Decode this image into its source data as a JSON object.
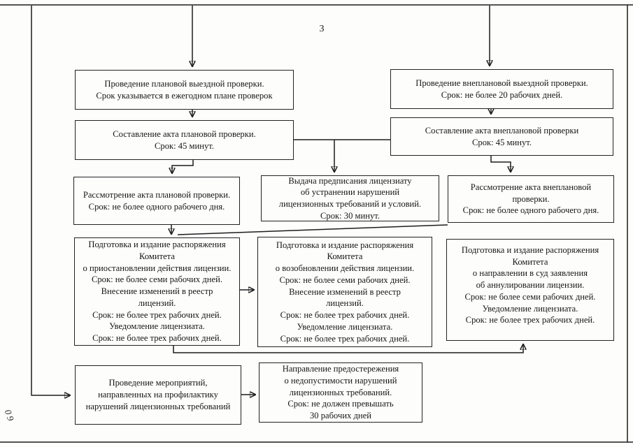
{
  "page": {
    "number": "3",
    "margin_mark": "09"
  },
  "colors": {
    "ink": "#1d1d1d",
    "paper": "#fdfdfc"
  },
  "boxes": {
    "planned_inspection": {
      "text": "Проведение плановой выездной проверки.\nСрок указывается в ежегодном плане проверок"
    },
    "planned_act": {
      "text": "Составление акта плановой проверки.\nСрок: 45 минут."
    },
    "unplanned_inspection": {
      "text": "Проведение внеплановой выездной проверки.\nСрок: не более 20 рабочих дней."
    },
    "unplanned_act": {
      "text": "Составление акта внеплановой проверки\nСрок: 45 минут."
    },
    "planned_act_review": {
      "text": "Рассмотрение акта плановой проверки.\nСрок: не более одного рабочего дня."
    },
    "prescription_issue": {
      "text": "Выдача предписания лицензиату\nоб устранении нарушений\nлицензионных требований и условий.\nСрок: 30 минут."
    },
    "unplanned_act_review": {
      "text": "Рассмотрение акта внеплановой\nпроверки.\nСрок: не более одного рабочего дня."
    },
    "suspension_order": {
      "text": "Подготовка и издание распоряжения\nКомитета\nо приостановлении действия лицензии.\nСрок: не более семи рабочих дней.\nВнесение изменений в реестр\nлицензий.\nСрок: не более трех рабочих дней.\nУведомление лицензиата.\nСрок: не более трех рабочих дней."
    },
    "resumption_order": {
      "text": "Подготовка и издание распоряжения\nКомитета\nо возобновлении действия лицензии.\nСрок: не более семи рабочих дней.\nВнесение изменений в реестр\nлицензий.\nСрок: не более трех рабочих дней.\nУведомление лицензиата.\nСрок: не более трех рабочих дней."
    },
    "annulment_order": {
      "text": "Подготовка и издание распоряжения\nКомитета\nо направлении в суд заявления\nоб аннулировании лицензии.\nСрок: не более семи рабочих дней.\nУведомление лицензиата.\nСрок: не более трех рабочих дней."
    },
    "prevention_measures": {
      "text": "Проведение мероприятий,\nнаправленных на профилактику\nнарушений лицензионных требований"
    },
    "warning_letter": {
      "text": "Направление предостережения\nо недопустимости нарушений\nлицензионных требований.\nСрок: не должен превышать\n30 рабочих дней"
    }
  }
}
